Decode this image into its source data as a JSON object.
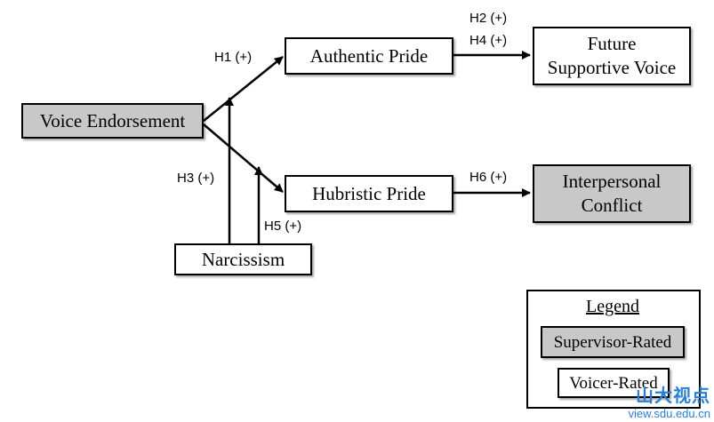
{
  "nodes": {
    "voice_endorsement": "Voice Endorsement",
    "authentic_pride": "Authentic Pride",
    "hubristic_pride": "Hubristic Pride",
    "narcissism": "Narcissism",
    "future_supportive_voice_line1": "Future",
    "future_supportive_voice_line2": "Supportive Voice",
    "interpersonal_conflict_line1": "Interpersonal",
    "interpersonal_conflict_line2": "Conflict"
  },
  "hypotheses": {
    "h1": "H1 (+)",
    "h2": "H2 (+)",
    "h3": "H3 (+)",
    "h4": "H4 (+)",
    "h5": "H5 (+)",
    "h6": "H6 (+)"
  },
  "legend": {
    "title": "Legend",
    "supervisor_rated": "Supervisor-Rated",
    "voicer_rated": "Voicer-Rated"
  },
  "watermark": {
    "title": "山大视点",
    "url": "view.sdu.edu.cn"
  },
  "colors": {
    "supervisor_rated_fill": "#c8c8c8",
    "voicer_rated_fill": "#ffffff",
    "watermark": "#2a7fd4"
  }
}
